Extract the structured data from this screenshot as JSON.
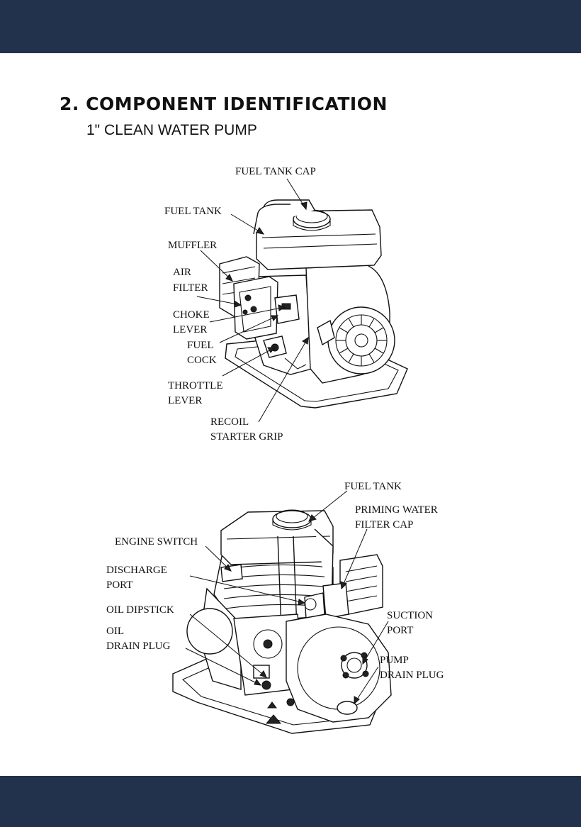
{
  "header": {
    "title": "2. COMPONENT IDENTIFICATION",
    "subtitle": "1\" CLEAN WATER PUMP"
  },
  "figure_top": {
    "labels": {
      "fuel_tank_cap": "FUEL TANK CAP",
      "fuel_tank": "FUEL TANK",
      "muffler": "MUFFLER",
      "air_filter_1": "AIR",
      "air_filter_2": "FILTER",
      "choke_lever_1": "CHOKE",
      "choke_lever_2": "LEVER",
      "fuel_cock_1": "FUEL",
      "fuel_cock_2": "COCK",
      "throttle_lever_1": "THROTTLE",
      "throttle_lever_2": "LEVER",
      "recoil_1": "RECOIL",
      "recoil_2": "STARTER GRIP"
    }
  },
  "figure_bottom": {
    "labels": {
      "fuel_tank": "FUEL TANK",
      "priming_1": "PRIMING WATER",
      "priming_2": "FILTER CAP",
      "engine_switch": "ENGINE SWITCH",
      "discharge_1": "DISCHARGE",
      "discharge_2": "PORT",
      "oil_dipstick": "OIL DIPSTICK",
      "oil_drain_1": "OIL",
      "oil_drain_2": "DRAIN PLUG",
      "suction_1": "SUCTION",
      "suction_2": "PORT",
      "pump_drain_1": "PUMP",
      "pump_drain_2": "DRAIN PLUG"
    }
  }
}
